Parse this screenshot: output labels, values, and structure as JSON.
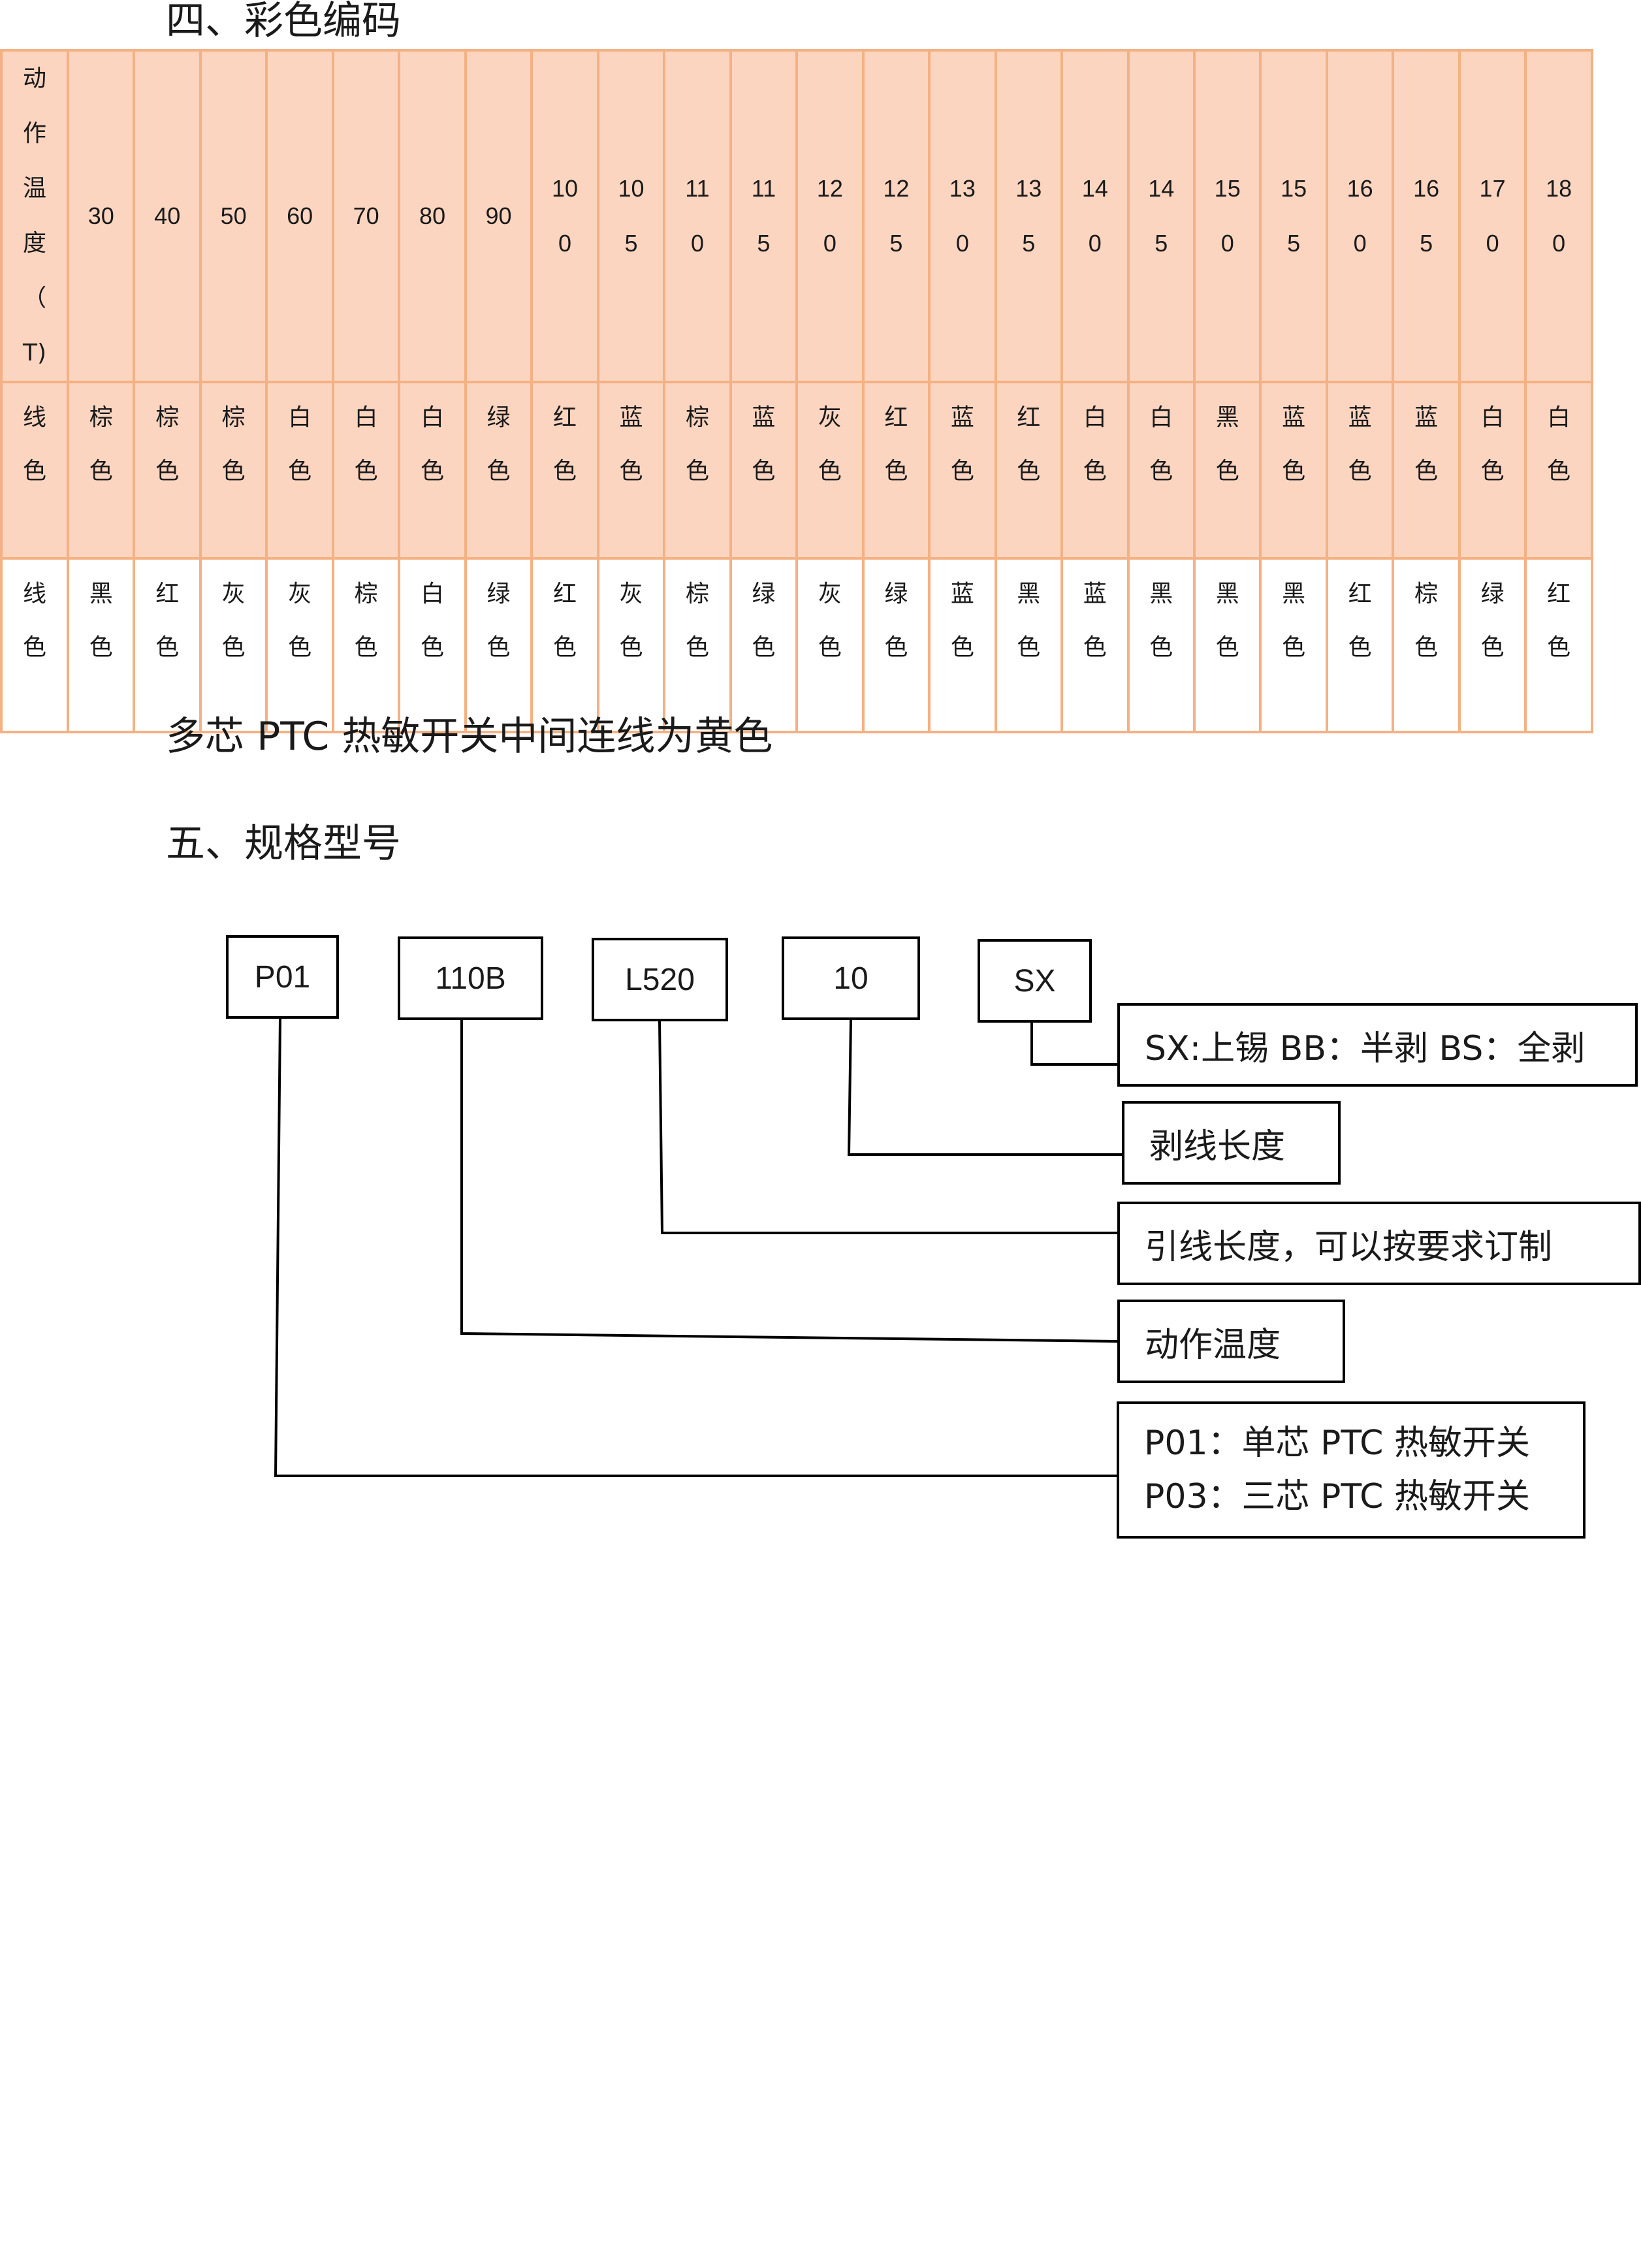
{
  "section4_title": "四、彩色编码",
  "table": {
    "row_headers": [
      "动作温度（T)",
      "线色",
      "线色"
    ],
    "temps": [
      "30",
      "40",
      "50",
      "60",
      "70",
      "80",
      "90",
      "100",
      "105",
      "110",
      "115",
      "120",
      "125",
      "130",
      "135",
      "140",
      "145",
      "150",
      "155",
      "160",
      "165",
      "170",
      "180"
    ],
    "wire1": [
      "棕色",
      "棕色",
      "棕色",
      "白色",
      "白色",
      "白色",
      "绿色",
      "红色",
      "蓝色",
      "棕色",
      "蓝色",
      "灰色",
      "红色",
      "蓝色",
      "红色",
      "白色",
      "白色",
      "黑色",
      "蓝色",
      "蓝色",
      "蓝色",
      "白色",
      "白色"
    ],
    "wire2": [
      "黑色",
      "红色",
      "灰色",
      "灰色",
      "棕色",
      "白色",
      "绿色",
      "红色",
      "灰色",
      "棕色",
      "绿色",
      "灰色",
      "绿色",
      "蓝色",
      "黑色",
      "蓝色",
      "黑色",
      "黑色",
      "黑色",
      "红色",
      "棕色",
      "绿色",
      "红色"
    ]
  },
  "note": "多芯 PTC 热敏开关中间连线为黄色",
  "section5_title": "五、规格型号",
  "codes": {
    "c1": "P01",
    "c2": "110B",
    "c3": "L520",
    "c4": "10",
    "c5": "SX"
  },
  "descs": {
    "d_sx": "SX:上锡    BB：半剥  BS：全剥",
    "d_strip": "剥线长度",
    "d_lead": "引线长度，可以按要求订制",
    "d_temp": "动作温度",
    "d_p01": "P01：单芯 PTC 热敏开关",
    "d_p03": "P03：三芯 PTC 热敏开关"
  }
}
